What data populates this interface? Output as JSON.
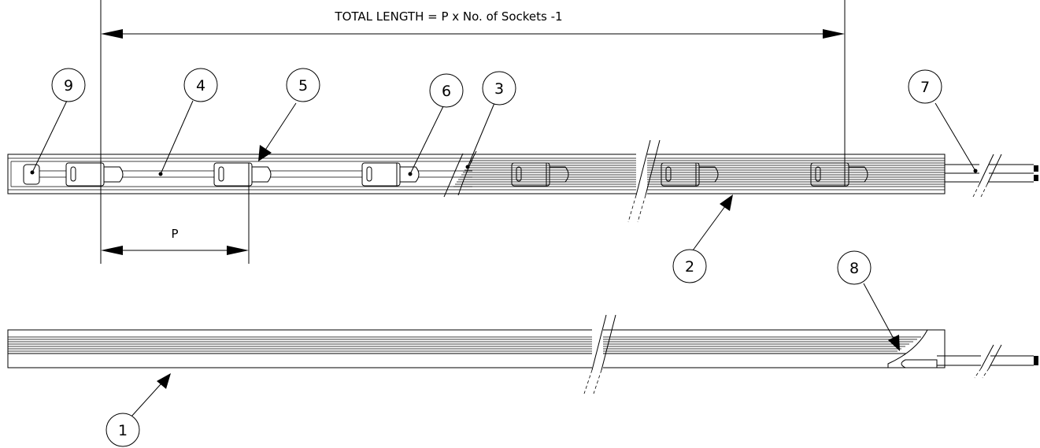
{
  "dimensions": {
    "total_length_label": "TOTAL LENGTH = P x No. of Sockets -1",
    "pitch_label": "P"
  },
  "balloons": [
    {
      "id": "1",
      "label": "1"
    },
    {
      "id": "2",
      "label": "2"
    },
    {
      "id": "3",
      "label": "3"
    },
    {
      "id": "4",
      "label": "4"
    },
    {
      "id": "5",
      "label": "5"
    },
    {
      "id": "6",
      "label": "6"
    },
    {
      "id": "7",
      "label": "7"
    },
    {
      "id": "8",
      "label": "8"
    },
    {
      "id": "9",
      "label": "9"
    }
  ]
}
